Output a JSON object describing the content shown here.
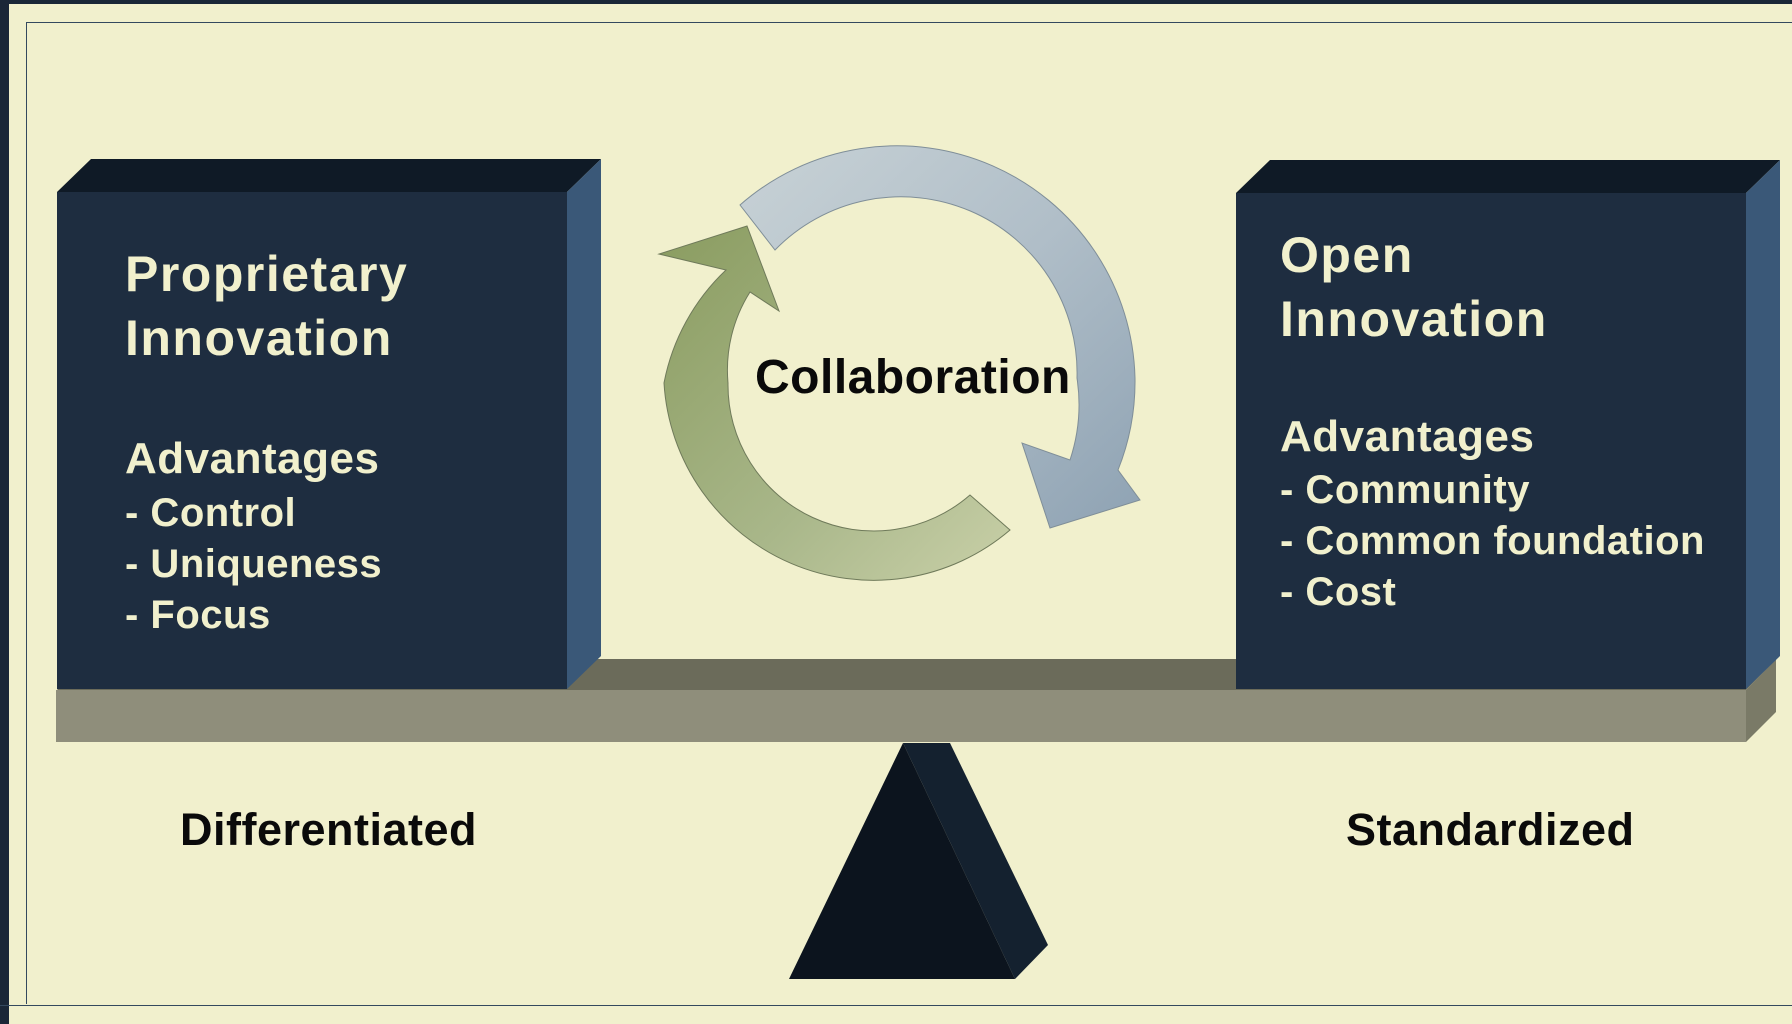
{
  "left_box": {
    "title": "Proprietary\nInnovation",
    "advantages_heading": "Advantages",
    "items": [
      "- Control",
      "- Uniqueness",
      "- Focus"
    ]
  },
  "right_box": {
    "title": "Open\nInnovation",
    "advantages_heading": "Advantages",
    "items": [
      "- Community",
      "- Common foundation",
      "- Cost"
    ]
  },
  "center": {
    "label": "Collaboration"
  },
  "scale_labels": {
    "left": "Differentiated",
    "right": "Standardized"
  },
  "colors": {
    "background": "#f1f0cd",
    "box_front": "#1e2d40",
    "box_top": "#0f1a26",
    "box_side": "#3a5878",
    "text_light": "#f1f0cd",
    "beam_front": "#8f8e7b",
    "beam_top": "#6b6b5a",
    "fulcrum": "#0c141e",
    "arrow_green": "#8c9f63",
    "arrow_blue": "#a8b8c4"
  }
}
